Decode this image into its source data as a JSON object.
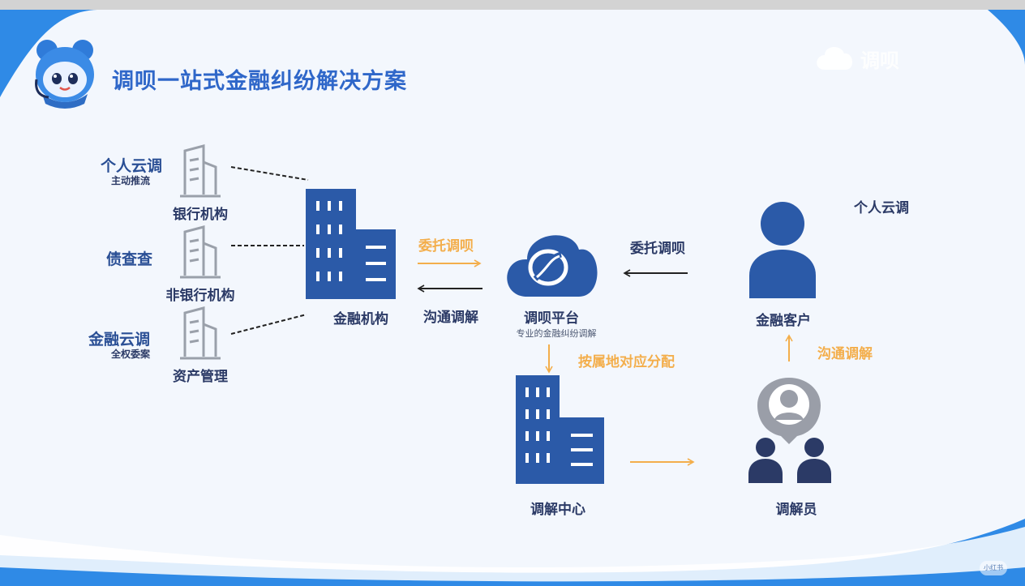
{
  "title": "调呗一站式金融纠纷解决方案",
  "watermark": {
    "text": "调呗"
  },
  "left_items": [
    {
      "name": "个人云调",
      "sub": "主动推流",
      "building": "银行机构"
    },
    {
      "name": "债查查",
      "sub": "",
      "building": "非银行机构"
    },
    {
      "name": "金融云调",
      "sub": "全权委案",
      "building": "资产管理"
    }
  ],
  "nodes": {
    "financial_institution": "金融机构",
    "platform": {
      "name": "调呗平台",
      "sub": "专业的金融纠纷调解"
    },
    "client": "金融客户",
    "client_tag": "个人云调",
    "center": "调解中心",
    "mediator": "调解员"
  },
  "edges": {
    "entrust_left": "委托调呗",
    "communicate_left": "沟通调解",
    "entrust_right": "委托调呗",
    "assign": "按属地对应分配",
    "communicate_right": "沟通调解"
  },
  "badge": "小红书",
  "colors": {
    "primary": "#2b5aa8",
    "dark": "#2b3a66",
    "accent": "#f3ae4b",
    "title": "#2f67c9",
    "bg": "#f3f7fd",
    "frame": "#2f8ae6"
  }
}
